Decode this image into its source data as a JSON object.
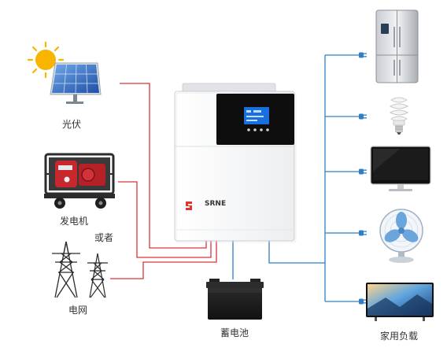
{
  "labels": {
    "pv": "光伏",
    "generator": "发电机",
    "or": "或者",
    "grid": "电网",
    "battery": "蓄电池",
    "loads": "家用负载",
    "brand": "SRNE"
  },
  "colors": {
    "ac_input_line": "#d9343b",
    "output_line": "#2f7fc4",
    "battery_line": "#2f7fc4",
    "brand_logo": "#e6332a",
    "lcd_screen": "#1a6fe0"
  },
  "loads": [
    "refrigerator-icon",
    "light-bulb-icon",
    "monitor-icon",
    "fan-icon",
    "television-icon"
  ]
}
